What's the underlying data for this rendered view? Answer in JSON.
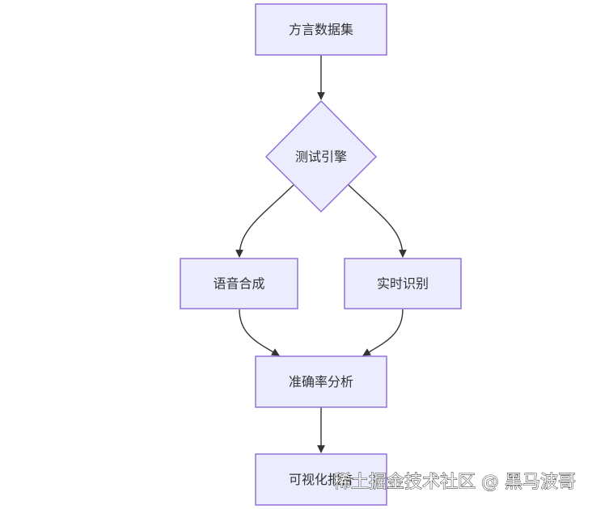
{
  "diagram": {
    "nodes": {
      "dataset": "方言数据集",
      "engine": "测试引擎",
      "tts": "语音合成",
      "realtime": "实时识别",
      "accuracy": "准确率分析",
      "report": "可视化报告"
    },
    "watermark": "稀土掘金技术社区 @ 黑马波哥"
  },
  "colors": {
    "node_fill": "#ECECFF",
    "node_stroke": "#9370DB",
    "edge": "#333333",
    "text": "#333333"
  }
}
